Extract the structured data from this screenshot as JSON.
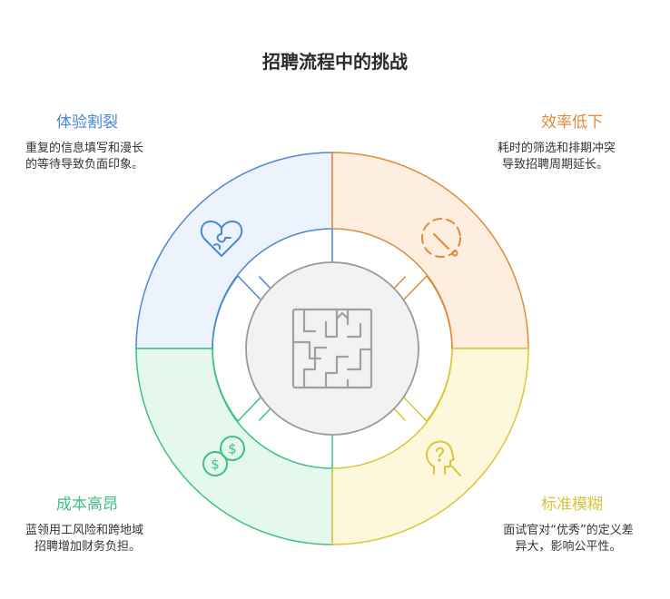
{
  "title": "招聘流程中的挑战",
  "colors": {
    "blue": "#4a86d4",
    "orange": "#e0893a",
    "yellow": "#dcc43a",
    "green": "#3fbf80",
    "gray": "#9a9a9a"
  },
  "quadrants": {
    "top_left": {
      "label": "体验割裂",
      "desc_line1": "重复的信息填写和漫长",
      "desc_line2": "的等待导致负面印象。",
      "icon": "puzzle-heart-icon"
    },
    "top_right": {
      "label": "效率低下",
      "desc_line1": "耗时的筛选和排期冲突",
      "desc_line2": "导致招聘周期延长。",
      "icon": "clock-icon"
    },
    "bottom_left": {
      "label": "成本高昂",
      "desc_line1": "蓝领用工风险和跨地域",
      "desc_line2": "招聘增加财务负担。",
      "icon": "dollar-coins-icon"
    },
    "bottom_right": {
      "label": "标准模糊",
      "desc_line1": "面试官对“优秀”的定义差",
      "desc_line2": "异大，影响公平性。",
      "icon": "head-question-icon"
    }
  },
  "center_icon": "maze-icon"
}
